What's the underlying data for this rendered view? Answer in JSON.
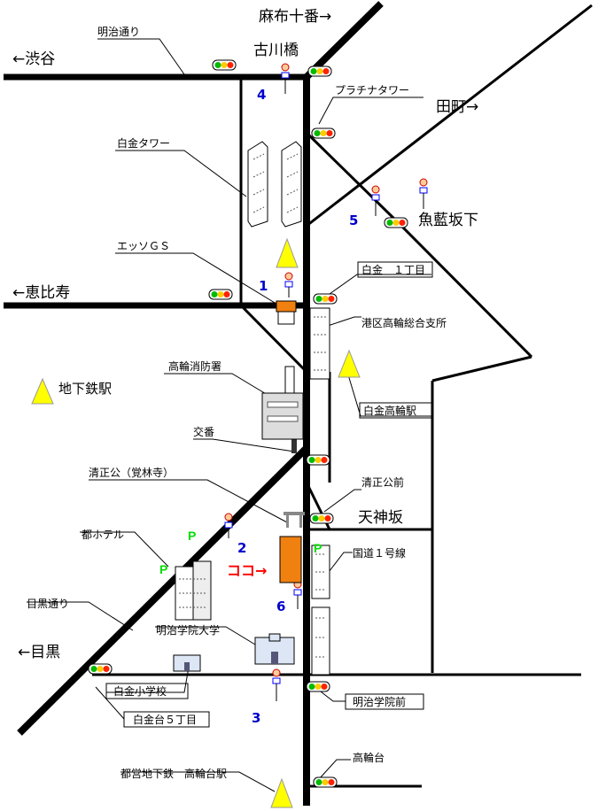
{
  "directions": {
    "azabu": "麻布十番→",
    "shibuya": "←渋谷",
    "tamachi": "田町→",
    "ebisu": "←恵比寿",
    "meguro": "←目黒"
  },
  "intersections": {
    "furukawabashi": "古川橋",
    "uoransakashita": "魚藍坂下",
    "tenjinzaka": "天神坂"
  },
  "callouts": {
    "meiji_dori": "明治通り",
    "platina_tower": "プラチナタワー",
    "shirokane_tower": "白金タワー",
    "esso_gs": "エッソＧＳ",
    "shirokane_1chome": "白金　１丁目",
    "takanawa_branch": "港区高輪総合支所",
    "takanawa_fire": "高輪消防署",
    "shirokane_takanawa_st": "白金高輪駅",
    "koban": "交番",
    "kiyomasa_park": "清正公（覚林寺）",
    "kiyomasa_mae": "清正公前",
    "miyako_hotel": "都ホテル",
    "route1": "国道１号線",
    "meguro_dori": "目黒通り",
    "meiji_gakuin": "明治学院大学",
    "shirokane_elem": "白金小学校",
    "meiji_gakuin_mae": "明治学院前",
    "shirokanedai5": "白金台５丁目",
    "takanawadai": "高輪台",
    "toei_takanawadai": "都営地下鉄　高輪台駅"
  },
  "legend": {
    "subway_station": "地下鉄駅"
  },
  "here_marker": "ココ→",
  "parking": "P",
  "bus_stop_numbers": [
    "1",
    "2",
    "3",
    "4",
    "5",
    "6"
  ],
  "colors": {
    "road": "#000000",
    "subway": "#ffff00",
    "here": "#ff0000",
    "here_building": "#f08010",
    "parking": "#00dd00",
    "stop_number": "#0000cc",
    "signal_red": "#ff2200",
    "signal_yellow": "#ffcc00",
    "signal_green": "#00bb00"
  }
}
